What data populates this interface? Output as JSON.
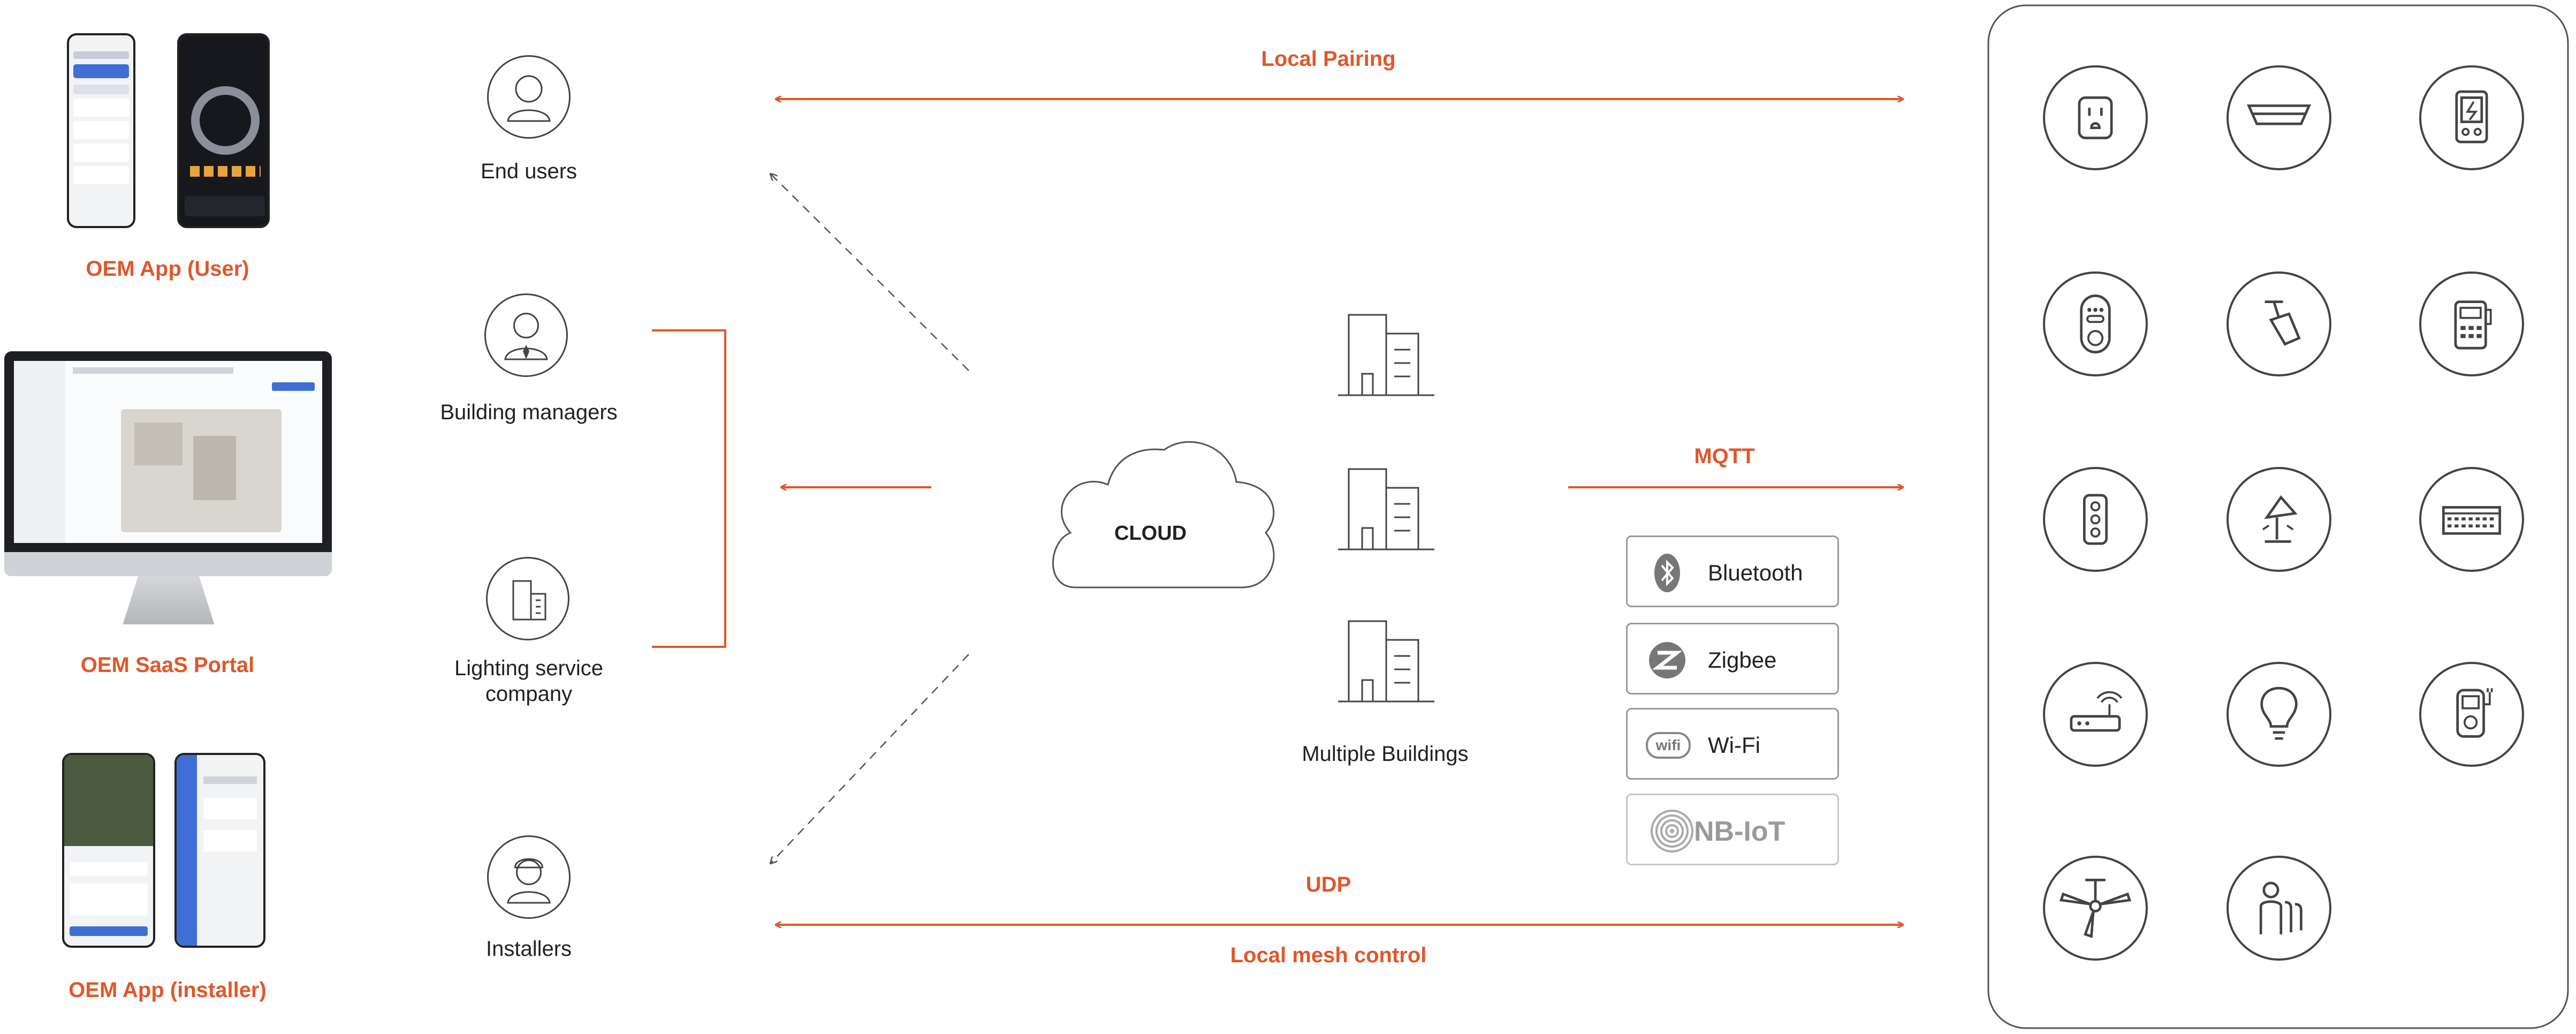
{
  "apps": {
    "user_app_label": "OEM App (User)",
    "saas_portal_label": "OEM SaaS Portal",
    "installer_app_label": "OEM App (installer)"
  },
  "roles": {
    "end_users": "End users",
    "building_managers": "Building managers",
    "lighting_service": "Lighting service company",
    "installers": "Installers"
  },
  "links": {
    "local_pairing": "Local Pairing",
    "mqtt": "MQTT",
    "udp": "UDP",
    "local_mesh_control": "Local mesh control"
  },
  "cloud": {
    "label": "CLOUD"
  },
  "buildings": {
    "label": "Multiple Buildings"
  },
  "protocols": [
    "Bluetooth",
    "Zigbee",
    "Wi-Fi",
    "NB-IoT"
  ],
  "protocol_icon_text": {
    "wifi": "wifi",
    "nbiot": "NB-IoT"
  },
  "devices": [
    "outlet-icon",
    "ceiling-light-icon",
    "charger-panel-icon",
    "remote-icon",
    "pendant-lamp-icon",
    "meter-icon",
    "traffic-light-icon",
    "desk-lamp-icon",
    "panel-icon",
    "router-icon",
    "bulb-icon",
    "ev-charger-icon",
    "ceiling-fan-icon",
    "people-icon"
  ],
  "colors": {
    "accent": "#e0572a",
    "line": "#444444"
  }
}
